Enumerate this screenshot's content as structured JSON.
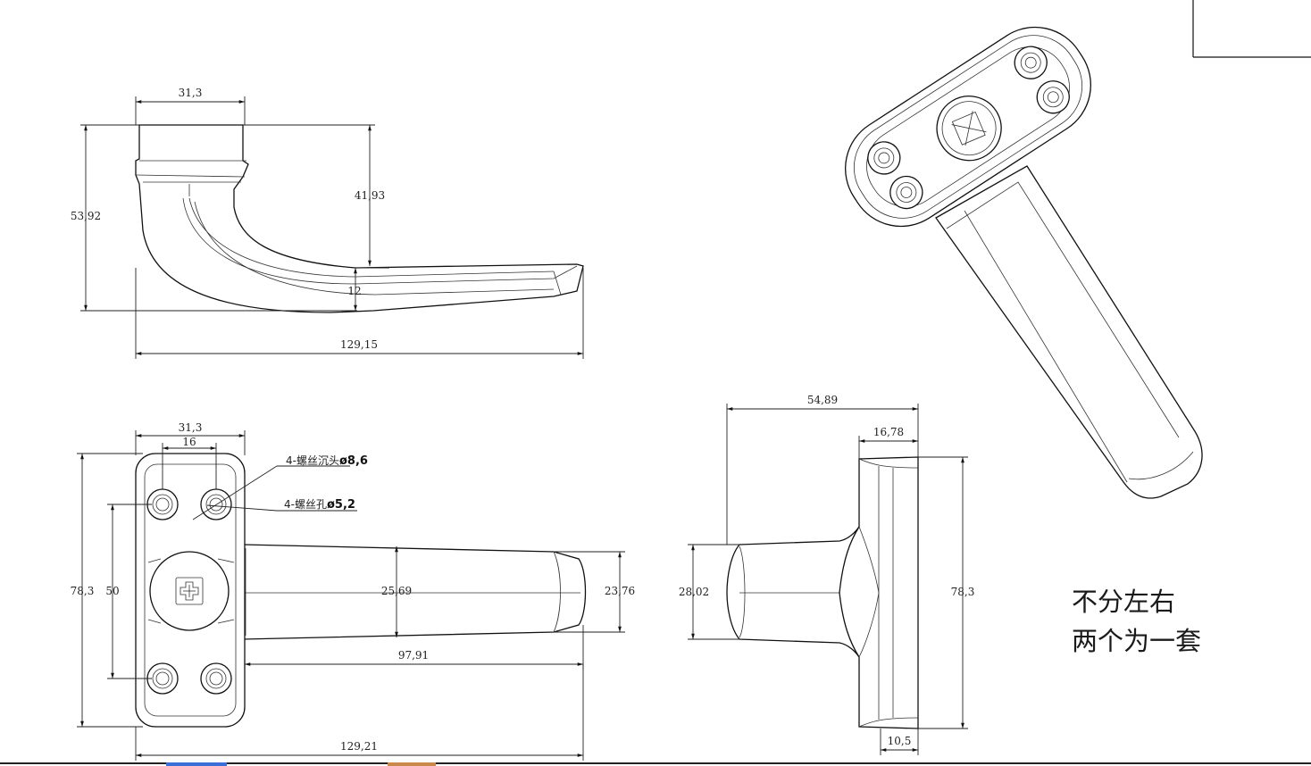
{
  "side_view": {
    "width_top": "31,3",
    "height_total": "53,92",
    "height_upper": "41,93",
    "thickness": "12",
    "length": "129,15"
  },
  "top_view": {
    "base_width": "31,3",
    "hole_spacing_x": "16",
    "callout_countersink": "4-螺丝沉头",
    "callout_countersink_value": "ø8,6",
    "callout_hole": "4-螺丝孔",
    "callout_hole_value": "ø5,2",
    "base_height": "78,3",
    "hole_spacing_y": "50",
    "lever_width_root": "25,69",
    "lever_width_tip": "23,76",
    "lever_length": "97,91",
    "total_length": "129,21"
  },
  "end_view": {
    "total_depth": "54,89",
    "base_depth": "16,78",
    "neck_height": "28,02",
    "base_height": "78,3",
    "plate_thickness": "10,5"
  },
  "note": {
    "line1": "不分左右",
    "line2": "两个为一套"
  }
}
